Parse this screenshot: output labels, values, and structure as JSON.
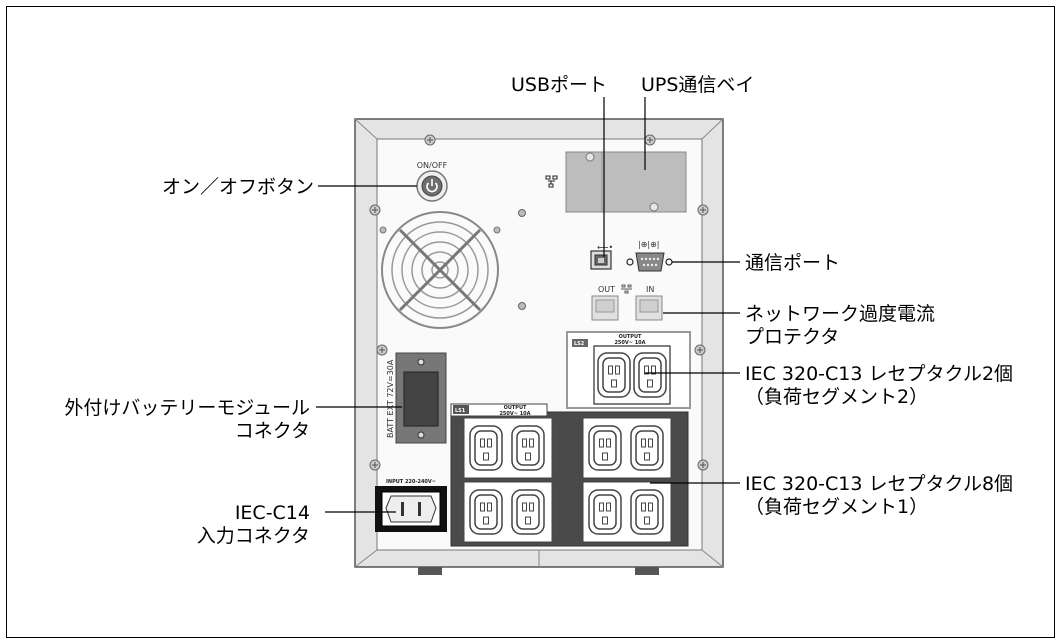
{
  "labels": {
    "usb_port": "USBポート",
    "ups_bay": "UPS通信ベイ",
    "power_button": "オン／オフボタン",
    "comm_port": "通信ポート",
    "network_protector_line1": "ネットワーク過度電流",
    "network_protector_line2": "プロテクタ",
    "receptacle2_line1": "IEC 320-C13 レセプタクル2個",
    "receptacle2_line2": "（負荷セグメント2）",
    "external_battery_line1": "外付けバッテリーモジュール",
    "external_battery_line2": "コネクタ",
    "receptacle8_line1": "IEC 320-C13 レセプタクル8個",
    "receptacle8_line2": "（負荷セグメント1）",
    "input_line1": "IEC-C14",
    "input_line2": "入力コネクタ"
  },
  "device_text": {
    "on_off": "ON/OFF",
    "out": "OUT",
    "in": "IN",
    "ls2": "LS2",
    "ls1": "LS1",
    "output_label": "OUTPUT",
    "output_rating_ls2": "250V~ 10A",
    "output_rating_ls1": "250V~ 10A",
    "input_rating": "INPUT 220-240V~",
    "batt_ext": "BATT EXT 72V=30A"
  }
}
